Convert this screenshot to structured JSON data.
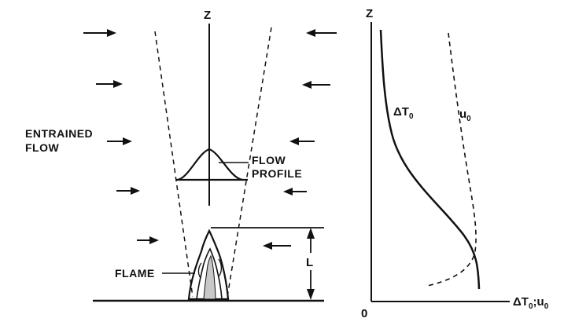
{
  "left_panel": {
    "axis_label": "Z",
    "entrained_flow_label_line1": "ENTRAINED",
    "entrained_flow_label_line2": "FLOW",
    "flow_profile_label_line1": "FLOW",
    "flow_profile_label_line2": "PROFILE",
    "flame_label": "FLAME",
    "height_label": "L"
  },
  "right_panel": {
    "y_axis_label": "Z",
    "origin_label": "0",
    "x_axis_label": "ΔT",
    "x_axis_label_sub1": "0",
    "x_axis_label_sep": ";u",
    "x_axis_label_sub2": "0",
    "temperature_curve_label": "ΔT",
    "temperature_curve_label_sub": "0",
    "velocity_curve_label": "u",
    "velocity_curve_label_sub": "0"
  }
}
